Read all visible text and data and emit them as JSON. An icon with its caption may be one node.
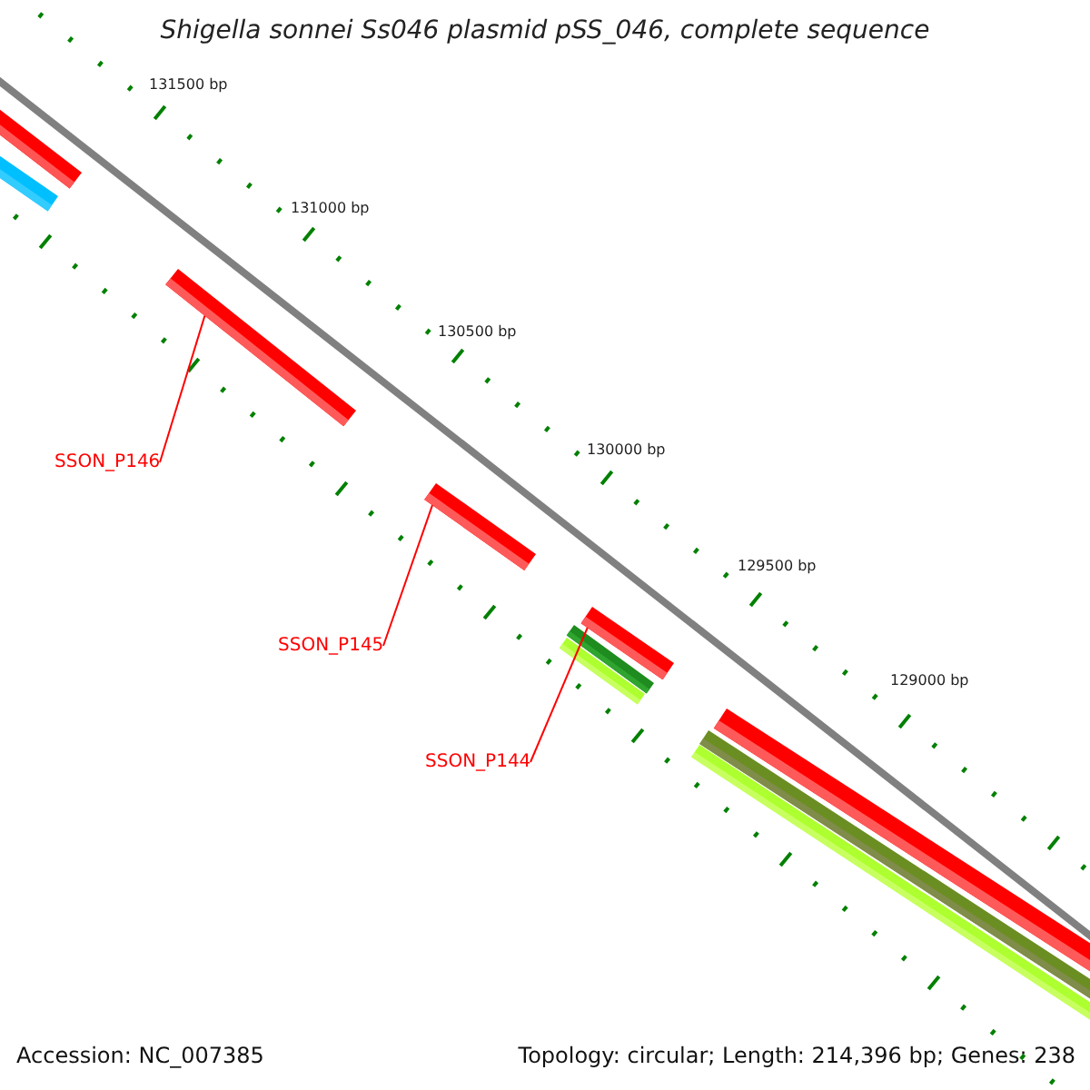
{
  "diagram": {
    "title": "Shigella sonnei Ss046 plasmid pSS_046, complete sequence",
    "nodes": [
      {
        "text": [
          "SSON_P146"
        ]
      },
      {
        "text": [],
        "shape": "bar"
      },
      {
        "text": [
          "SSON_P145"
        ]
      },
      {
        "text": [],
        "shape": "bar"
      },
      {
        "text": [
          "SSON_P144"
        ]
      },
      {
        "text": [],
        "shape": "bar"
      }
    ],
    "edges": [
      {
        "from": 0,
        "to": 1,
        "arrow": "none"
      },
      {
        "from": 2,
        "to": 3,
        "arrow": "none"
      },
      {
        "from": 4,
        "to": 5,
        "arrow": "none"
      }
    ],
    "labels": [
      "131500 bp",
      "131000 bp",
      "130500 bp",
      "130000 bp",
      "129500 bp",
      "129000 bp",
      "Accession: NC_007385",
      "Topology: circular; Length: 214,396 bp; Genes: 238"
    ]
  }
}
